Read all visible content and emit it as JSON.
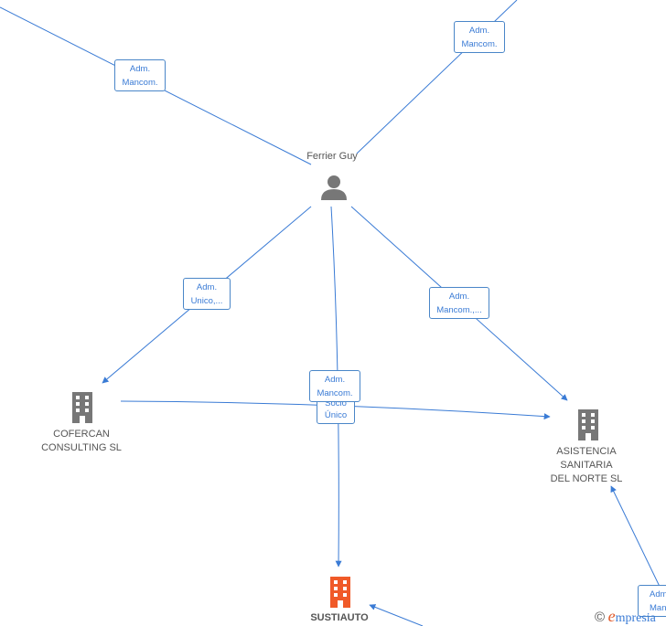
{
  "nodes": {
    "person": {
      "name": "Ferrier Guy"
    },
    "cofercan": {
      "name": "COFERCAN\nCONSULTING SL"
    },
    "asistencia": {
      "name": "ASISTENCIA\nSANITARIA\nDEL NORTE  SL"
    },
    "sustiauto": {
      "name": "SUSTIAUTO"
    }
  },
  "edge_labels": {
    "top_left": "Adm.\nMancom.",
    "top_right": "Adm.\nMancom.",
    "left": "Adm.\nUnico,...",
    "right": "Adm.\nMancom.,...",
    "center": "Adm.\nMancom.",
    "center_under": "Socio\nÚnico",
    "bottom_right": "Adm.\nManco"
  },
  "colors": {
    "edge": "#3a7bd5",
    "node_gray": "#777777",
    "node_main": "#f05a28"
  },
  "watermark": {
    "copyright": "©",
    "brand_initial": "e",
    "brand_rest": "mpresia"
  }
}
